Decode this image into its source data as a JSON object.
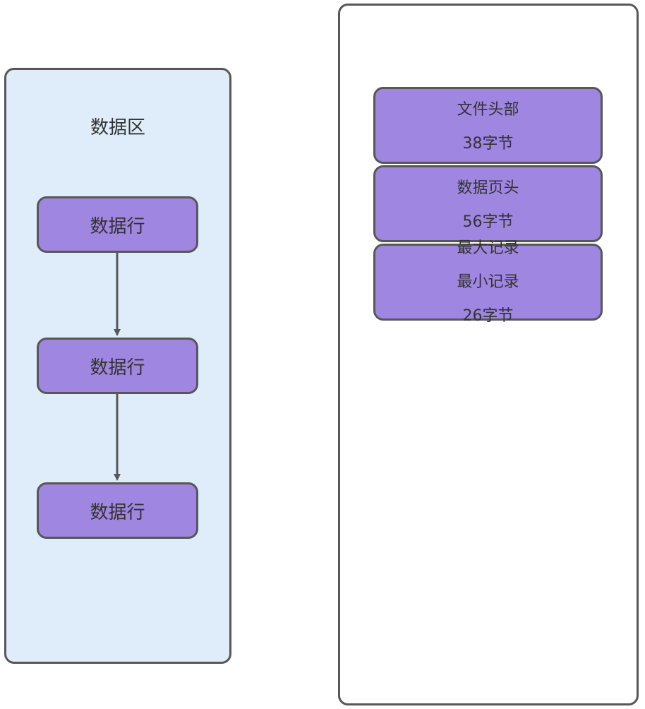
{
  "left_panel": {
    "title": "数据区",
    "rows": [
      "数据行",
      "数据行",
      "数据行"
    ]
  },
  "right_panel": {
    "file_header": {
      "name": "文件头部",
      "size": "38字节"
    },
    "page_header": {
      "name": "数据页头",
      "size": "56字节"
    },
    "infimum_supremum": {
      "max": "最大记录",
      "min": "最小记录",
      "size": "26字节"
    }
  },
  "colors": {
    "panel_fill": "#deedf9",
    "box_fill": "#9f86e1",
    "stroke": "#575757"
  }
}
